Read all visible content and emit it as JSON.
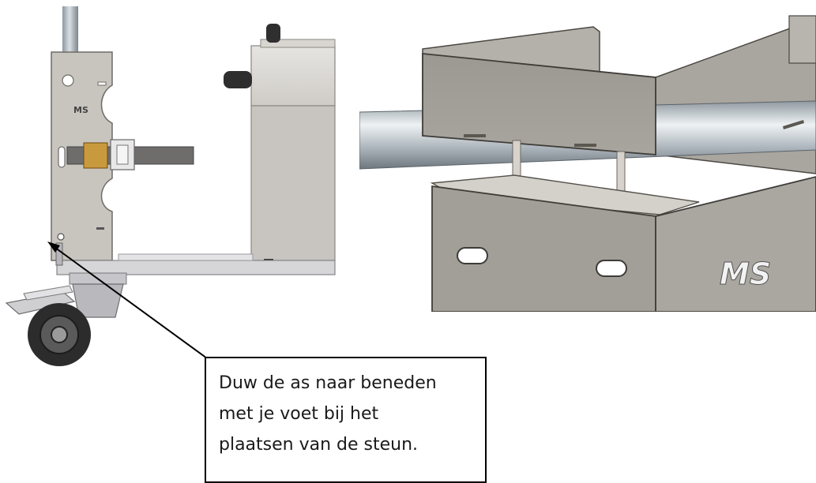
{
  "callout": {
    "lines": [
      "Duw de as naar beneden",
      "met je voet bij het",
      "plaatsen van de steun."
    ]
  },
  "logo": {
    "text": "MS"
  },
  "colors": {
    "panel": "#c7c3bd",
    "panel_dark": "#9f9b95",
    "rod": "#b9c4cc",
    "frame": "#d2d2d4",
    "tyre": "#2c2c2c",
    "leader": "#000000"
  }
}
